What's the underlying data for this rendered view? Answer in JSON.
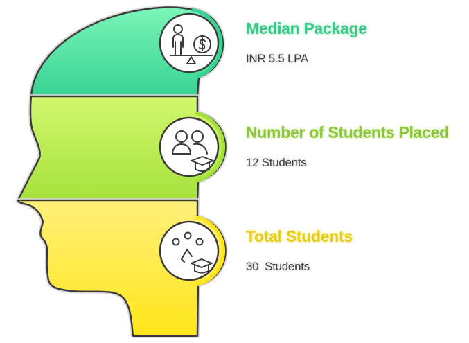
{
  "colors": {
    "section1_top": "#7af5b8",
    "section1_bottom": "#38d392",
    "section2_top": "#d2f76e",
    "section2_bottom": "#a6e23c",
    "section3_top": "#fff07a",
    "section3_bottom": "#ffe51a",
    "outline": "#3a3a3a",
    "title1": "#3ec98a",
    "title2": "#8cc63e",
    "title3": "#e6cc1e",
    "value_text": "#444444"
  },
  "sections": [
    {
      "title": "Median Package",
      "value": "INR 5.5 LPA",
      "icon": "person-balance-coin-icon"
    },
    {
      "title": "Number of Students Placed",
      "value": "12 Students",
      "icon": "students-graduation-cap-icon"
    },
    {
      "title": "Total Students",
      "value": "30  Students",
      "icon": "group-graduation-cap-icon"
    }
  ]
}
